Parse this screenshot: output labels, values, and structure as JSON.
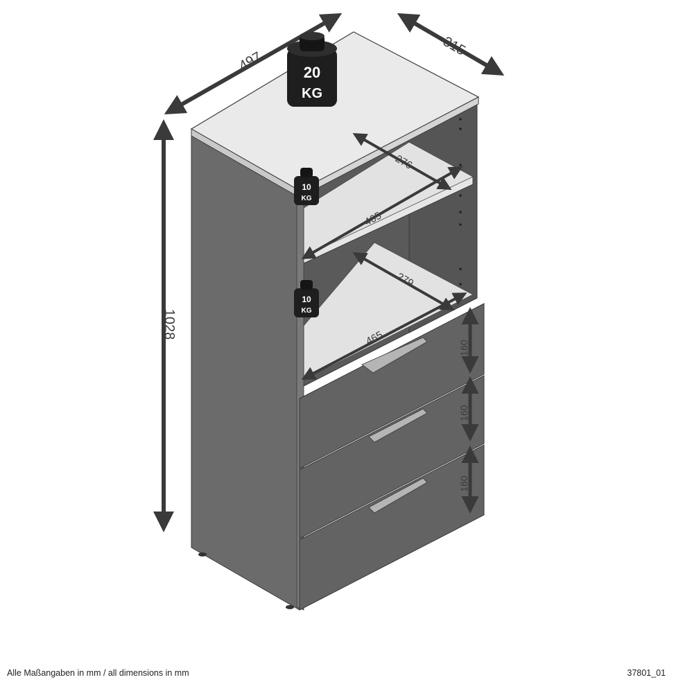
{
  "dimensions": {
    "width": "497",
    "depth": "315",
    "height": "1028",
    "shelf_upper_depth": "276",
    "shelf_upper_width": "465",
    "shelf_lower_depth": "279",
    "shelf_lower_width": "465",
    "drawer_1_height": "160",
    "drawer_2_height": "160",
    "drawer_3_height": "160"
  },
  "loads": {
    "top": {
      "value": "20",
      "unit": "KG"
    },
    "upper_shelf": {
      "value": "10",
      "unit": "KG"
    },
    "lower_shelf": {
      "value": "10",
      "unit": "KG"
    }
  },
  "footer": {
    "note": "Alle Maßangaben in mm / all dimensions in mm",
    "code": "37801_01"
  },
  "colors": {
    "body": "#6b6b6b",
    "body_dark": "#5d5d5d",
    "top_surface": "#eaeaea",
    "shelf": "#e8e8e8",
    "arrow": "#3a3a3a",
    "weight": "#1e1e1e"
  }
}
